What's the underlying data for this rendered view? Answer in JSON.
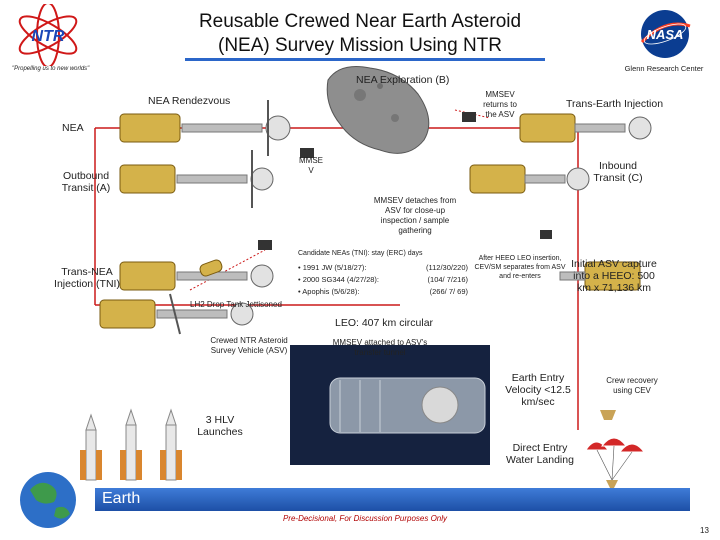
{
  "title_line1": "Reusable Crewed Near Earth Asteroid",
  "title_line2": "(NEA) Survey Mission Using NTR",
  "ntr_logo": "NTR",
  "ntr_tagline": "\"Propelling us to new worlds\"",
  "nasa_logo": "NASA",
  "grc_label": "Glenn Research Center",
  "labels": {
    "nea_exploration": "NEA Exploration (B)",
    "nea_rendezvous": "NEA Rendezvous",
    "nea": "NEA",
    "mmsev_returns": "MMSEV returns to the ASV",
    "trans_earth": "Trans-Earth Injection",
    "outbound": "Outbound Transit (A)",
    "mmsev_small": "MMSE V",
    "inbound": "Inbound Transit (C)",
    "mmsev_detaches": "MMSEV detaches from ASV for close-up inspection / sample gathering",
    "candidate_header": "Candidate NEAs (TNI):",
    "candidate_stay": "stay",
    "candidate_days": "(ERC) days",
    "trans_nea": "Trans-NEA Injection (TNI)",
    "lh2_drop": "LH2 Drop Tank Jettisoned",
    "after_heeo": "After HEEO LEO insertion, CEV/SM separates from ASV and re-enters",
    "initial_asv": "Initial ASV capture into a HEEO: 500 km x 71,136 km",
    "leo": "LEO: 407 km circular",
    "asv": "Crewed NTR Asteroid Survey Vehicle (ASV)",
    "mmsev_attached": "MMSEV attached to ASV's transfer tunnel",
    "earth_entry": "Earth Entry Velocity <12.5 km/sec",
    "crew_recovery": "Crew recovery using CEV",
    "hlv": "3 HLV Launches",
    "direct_entry": "Direct Entry Water Landing",
    "earth": "Earth"
  },
  "candidates": [
    {
      "name": "• 1991 JW (5/18/27):",
      "value": "(112/30/220)"
    },
    {
      "name": "• 2000 SG344 (4/27/28):",
      "value": "(104/ 7/216)"
    },
    {
      "name": "• Apophis (5/6/28):",
      "value": "(266/ 7/ 69)"
    }
  ],
  "footer": "Pre-Decisional, For Discussion Purposes Only",
  "page_number": "13",
  "colors": {
    "title_underline": "#2b66c9",
    "earth_bar": "#2d63c0",
    "footer_text": "#b00000",
    "trajectory": "#cc1a1a",
    "nasa_blue": "#0b3d91"
  }
}
